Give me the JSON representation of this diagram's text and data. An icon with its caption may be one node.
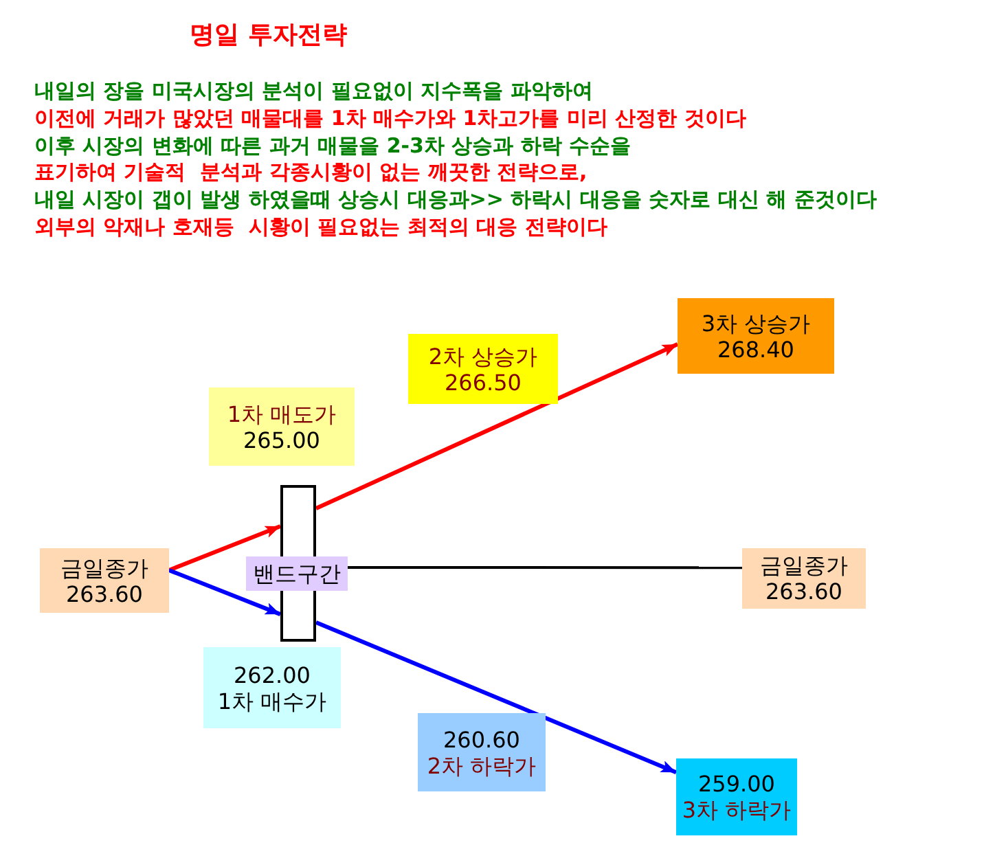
{
  "diagram": {
    "title": "명일 투자전략",
    "nodes": [
      {
        "text": [
          "금일종가",
          "263.60"
        ]
      },
      {
        "text": [
          "1차 매도가",
          "265.00"
        ]
      },
      {
        "text": [],
        "shape": "bar"
      },
      {
        "text": [
          "밴드구간"
        ]
      },
      {
        "text": [
          "2차 상승가",
          "266.50"
        ]
      },
      {
        "text": [
          "3차 상승가",
          "268.40"
        ]
      },
      {
        "text": [
          "금일종가",
          "263.60"
        ]
      },
      {
        "text": [
          "262.00",
          "1차 매수가"
        ]
      },
      {
        "text": [
          "260.60",
          "2차 하락가"
        ]
      },
      {
        "text": [
          "259.00",
          "3차 하락가"
        ]
      }
    ],
    "edges": [
      {
        "from": 0,
        "to": 2,
        "arrow": "to",
        "color": "#ff0000"
      },
      {
        "from": 0,
        "to": 2,
        "arrow": "to",
        "color": "#0000ff"
      },
      {
        "from": 2,
        "to": 5,
        "arrow": "to",
        "color": "#ff0000"
      },
      {
        "from": 2,
        "to": 9,
        "arrow": "to",
        "color": "#0000ff"
      },
      {
        "from": 3,
        "to": 6,
        "arrow": "none",
        "color": "#000000"
      }
    ],
    "labels": [
      "내일의 장을 미국시장의 분석이 필요없이 지수폭을 파악하여",
      "이전에 거래가 많았던 매물대를 1차 매수가와 1차고가를 미리 산정한 것이다",
      "이후 시장의 변화에 따른 과거 매물을 2-3차 상승과 하락 수순을",
      "표기하여 기술적  분석과 각종시황이 없는 깨끗한 전략으로,",
      "내일 시장이 갭이 발생 하였을때 상승시 대응과>> 하락시 대응을 숫자로 대신 해 준것이다",
      "외부의 악재나 호재등  시황이 필요없는 최적의 대응 전략이다"
    ]
  }
}
